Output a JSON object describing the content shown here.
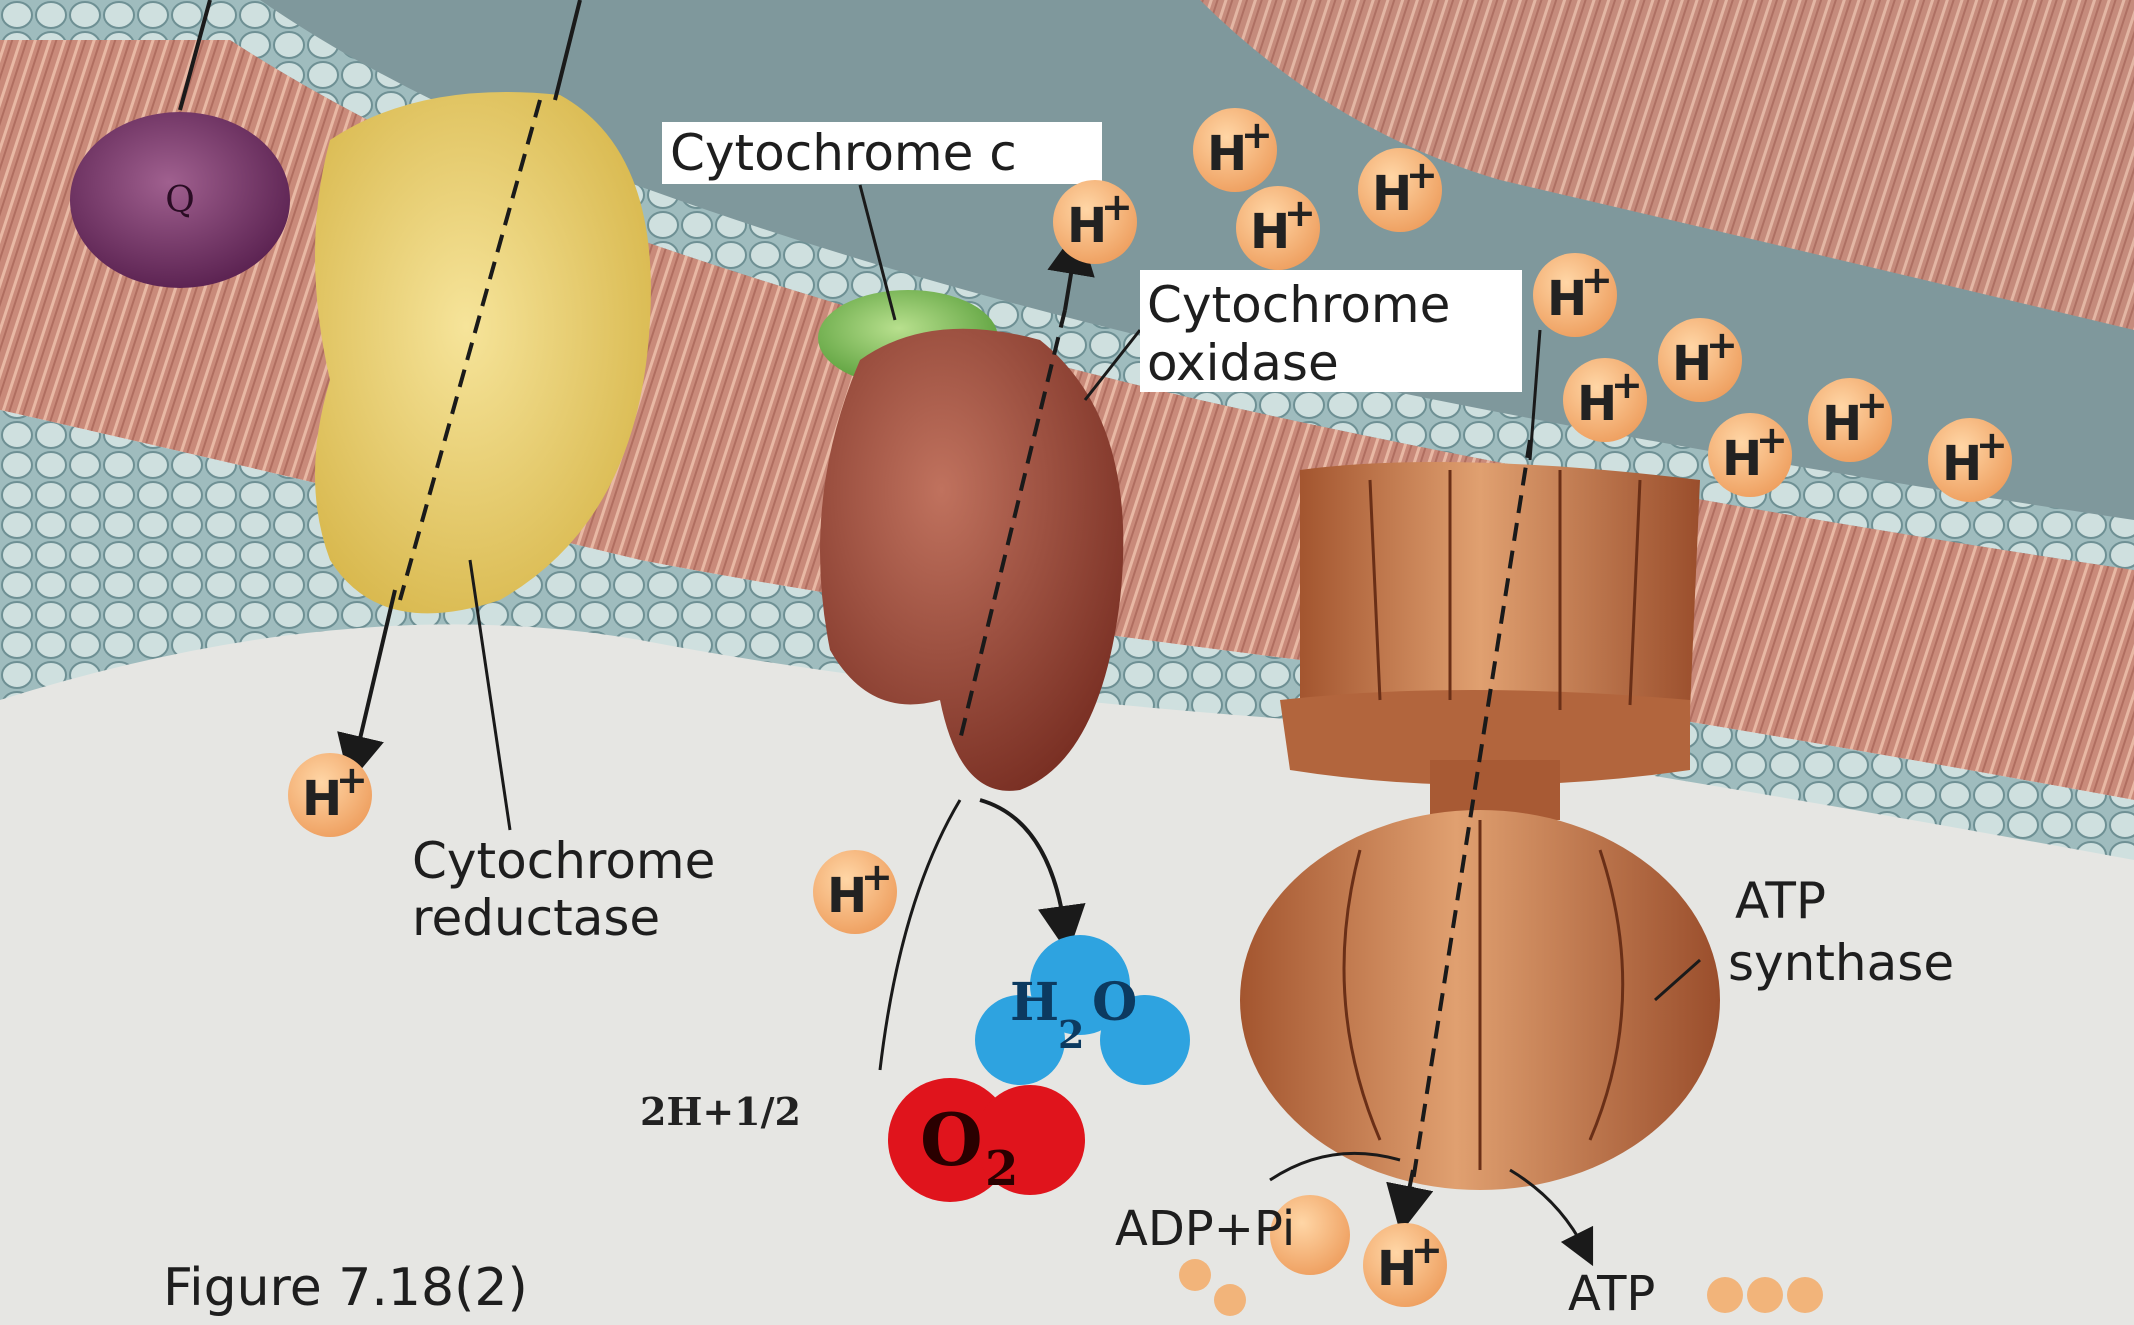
{
  "labels": {
    "q": "Q",
    "cytochrome_c": "Cytochrome c",
    "cytochrome_oxidase_1": "Cytochrome",
    "cytochrome_oxidase_2": "oxidase",
    "cytochrome_reductase_1": "Cytochrome",
    "cytochrome_reductase_2": "reductase",
    "atp_synthase_1": "ATP",
    "atp_synthase_2": "synthase",
    "water_h": "H",
    "water_sub": "2",
    "water_o": "O",
    "oxygen_prefix": "2H+1/2",
    "oxygen_o": "O",
    "oxygen_sub": "2",
    "adp_pi": "ADP+Pi",
    "atp": "ATP",
    "figure_caption": "Figure 7.18(2)"
  },
  "proton": {
    "h": "H",
    "plus": "+"
  },
  "colors": {
    "background": "#e6e6e3",
    "intermembrane_space": "#7f989c",
    "membrane_core": "#c98a7a",
    "phospholipid_head": "#f4f4f0",
    "matrix_leaflet": "#8fb3b6",
    "q_complex": "#7a3a6e",
    "reductase": "#ead27a",
    "cytochrome_c": "#8cc56a",
    "oxidase": "#9b4a3a",
    "atp_synthase": "#c87a4e",
    "proton_circle": "#f2b47a",
    "water": "#2ea3e0",
    "oxygen": "#e0141c"
  }
}
